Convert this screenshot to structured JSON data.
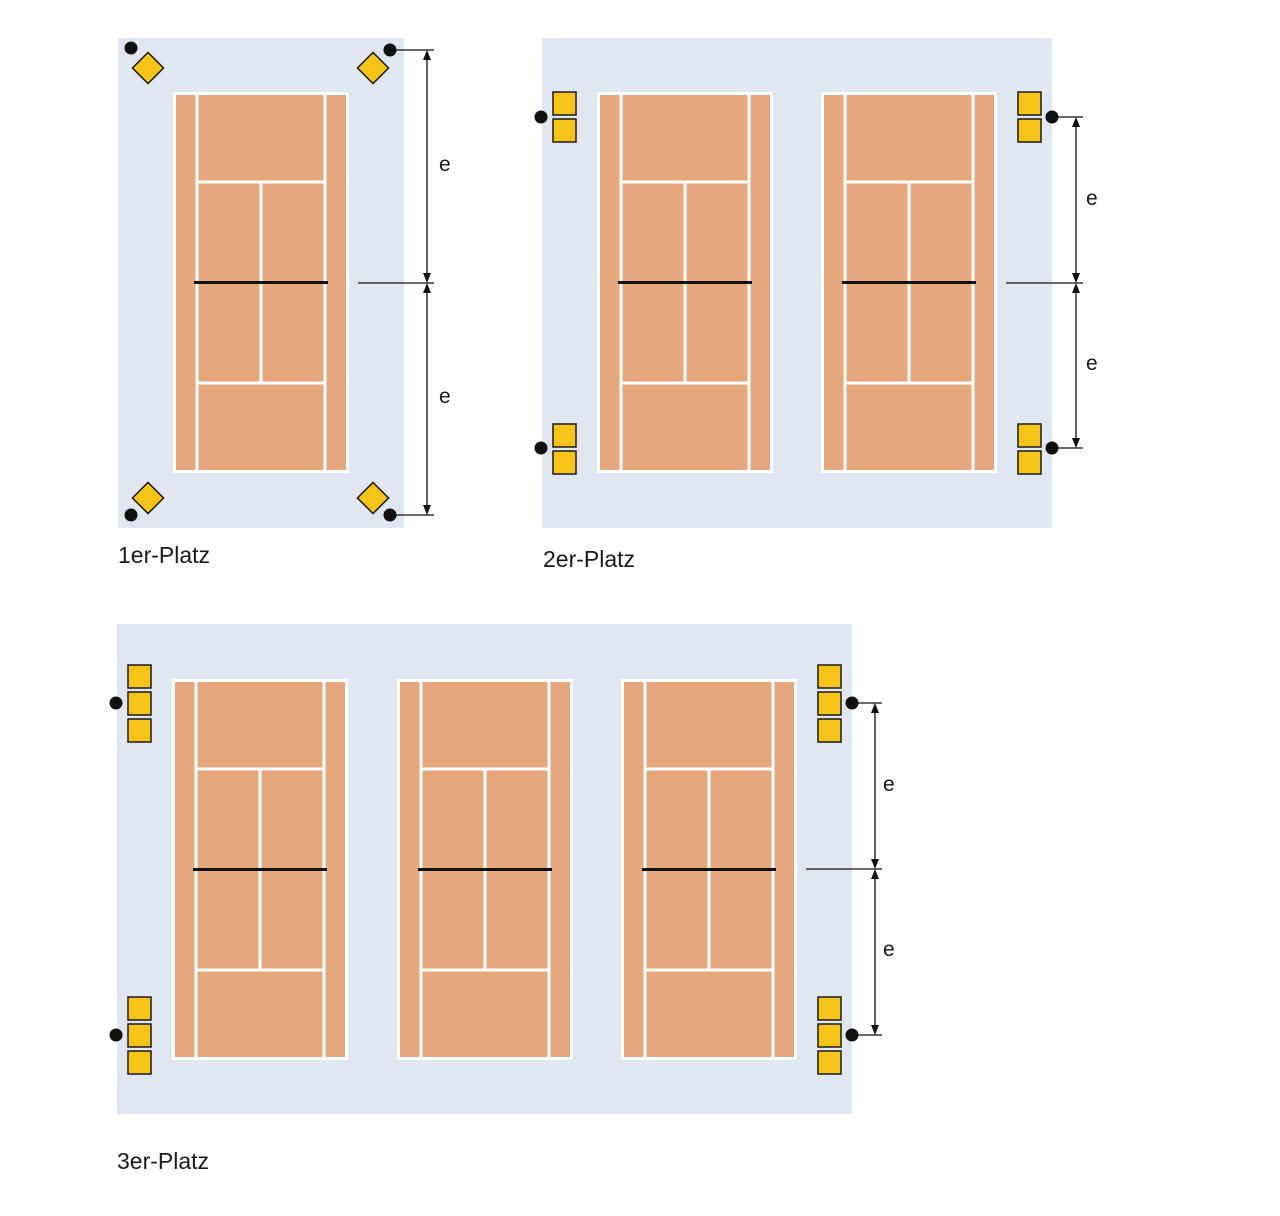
{
  "colors": {
    "surround": "#e1e7f0",
    "court": "#e4a87c",
    "lines": "#ffffff",
    "net": "#111111",
    "lamp_fill": "#f6c419",
    "lamp_stroke": "#1a1a1a",
    "mast": "#111111",
    "dimension": "#111111"
  },
  "panels": [
    {
      "caption": "1er-Platz",
      "courts": 1,
      "lamp_style": "diamond-single",
      "dimension_labels": [
        "e",
        "e"
      ]
    },
    {
      "caption": "2er-Platz",
      "courts": 2,
      "lamp_style": "square-stack-2",
      "dimension_labels": [
        "e",
        "e"
      ]
    },
    {
      "caption": "3er-Platz",
      "courts": 3,
      "lamp_style": "square-stack-3",
      "dimension_labels": [
        "e",
        "e"
      ]
    }
  ]
}
